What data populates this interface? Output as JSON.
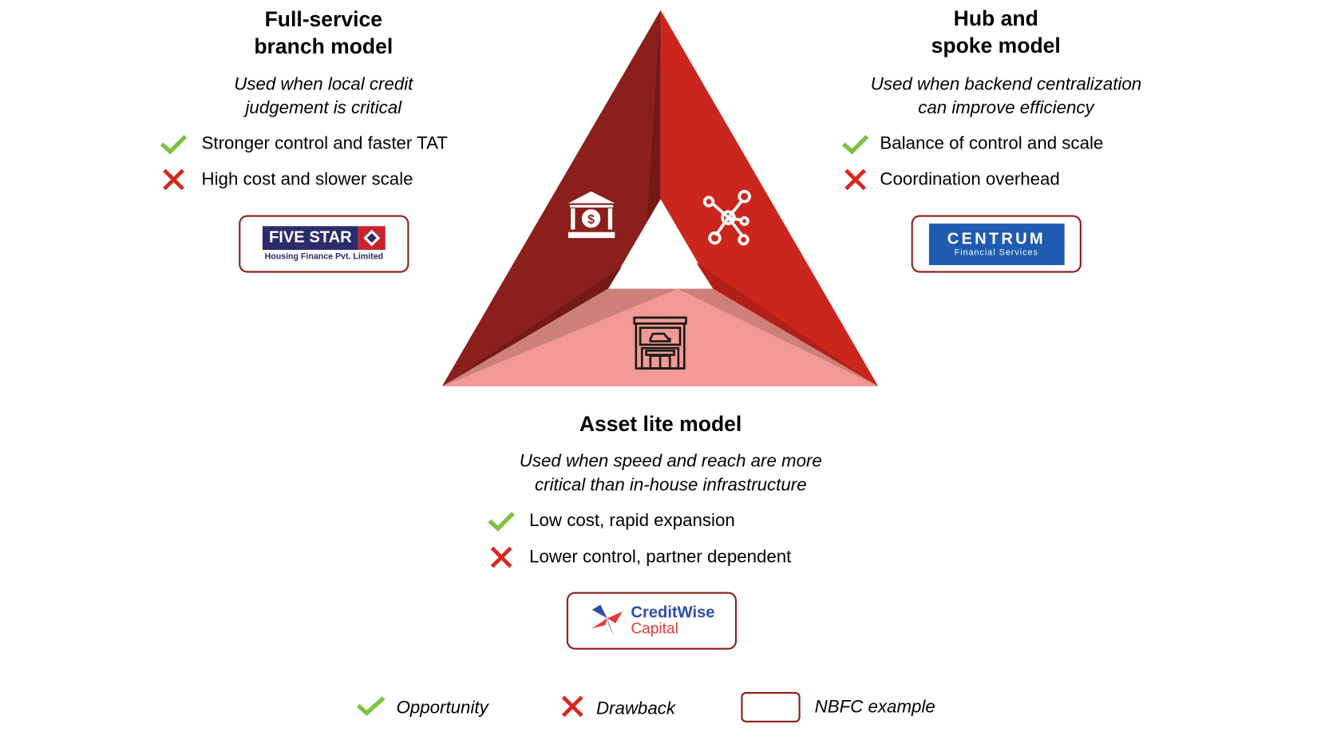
{
  "full_service": {
    "title_line1": "Full-service",
    "title_line2": "branch model",
    "subtitle_line1": "Used when local credit",
    "subtitle_line2": "judgement is critical",
    "opportunity": "Stronger control and faster TAT",
    "drawback": "High cost and slower scale",
    "nbfc_logo": {
      "name": "FIVE STAR",
      "tagline": "Housing Finance Pvt. Limited"
    }
  },
  "hub_spoke": {
    "title_line1": "Hub and",
    "title_line2": "spoke model",
    "subtitle_line1": "Used when backend centralization",
    "subtitle_line2": "can improve efficiency",
    "opportunity": "Balance of control and scale",
    "drawback": "Coordination overhead",
    "nbfc_logo": {
      "name": "CENTRUM",
      "tagline": "Financial Services"
    }
  },
  "asset_lite": {
    "title": "Asset lite model",
    "subtitle_line1": "Used when speed and reach are more",
    "subtitle_line2": "critical than in-house infrastructure",
    "opportunity": "Low cost, rapid expansion",
    "drawback": "Lower control, partner dependent",
    "nbfc_logo": {
      "name": "CreditWise",
      "tagline": "Capital"
    }
  },
  "legend": {
    "opportunity": "Opportunity",
    "drawback": "Drawback",
    "nbfc": "NBFC example"
  },
  "colors": {
    "dark_red": "#8b1f1c",
    "red": "#cb261d",
    "pink": "#f19a93",
    "check": "#7dc242",
    "cross": "#d9261c",
    "border": "#8b1c1c"
  }
}
